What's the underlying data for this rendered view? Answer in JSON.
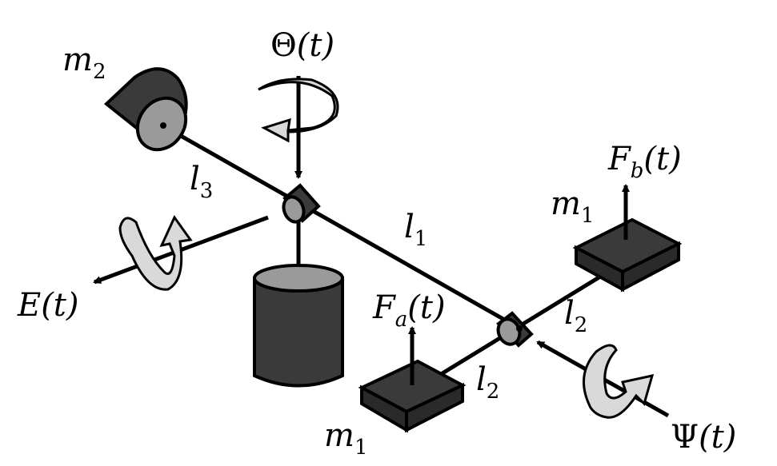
{
  "labels": {
    "m2": {
      "base": "m",
      "sub": "2"
    },
    "theta": {
      "base": "Θ",
      "rest": "(t)"
    },
    "l3": {
      "base": "l",
      "sub": "3"
    },
    "l1": {
      "base": "l",
      "sub": "1"
    },
    "fb": {
      "base": "F",
      "sub": "b",
      "rest": "(t)"
    },
    "m1_top": {
      "base": "m",
      "sub": "1"
    },
    "e": {
      "base": "E",
      "rest": "(t)"
    },
    "fa": {
      "base": "F",
      "sub": "a",
      "rest": "(t)"
    },
    "l2_right": {
      "base": "l",
      "sub": "2"
    },
    "l2_left": {
      "base": "l",
      "sub": "2"
    },
    "m1_bottom": {
      "base": "m",
      "sub": "1"
    },
    "psi": {
      "base": "Ψ",
      "rest": "(t)"
    }
  },
  "colors": {
    "dark_body": "#3a3a3a",
    "light_face": "#9a9a9a",
    "rotation_arrow": "#d9d9d9",
    "line": "#000000"
  }
}
